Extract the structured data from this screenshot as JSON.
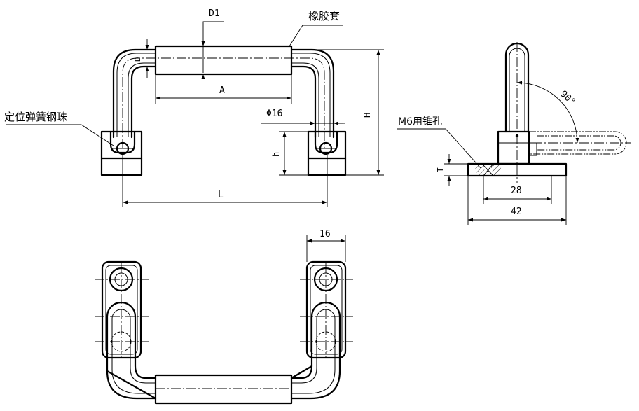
{
  "labels": {
    "d1": "D1",
    "rubber_sleeve": "橡胶套",
    "d": "D",
    "a": "A",
    "phi16": "Φ16",
    "positioning_spring_ball": "定位弹簧钢珠",
    "h_lower": "h",
    "h_upper": "H",
    "l": "L",
    "angle": "90°",
    "m6_taper_hole": "M6用锥孔",
    "t": "T",
    "dim_28": "28",
    "dim_42": "42",
    "dim_16": "16"
  }
}
